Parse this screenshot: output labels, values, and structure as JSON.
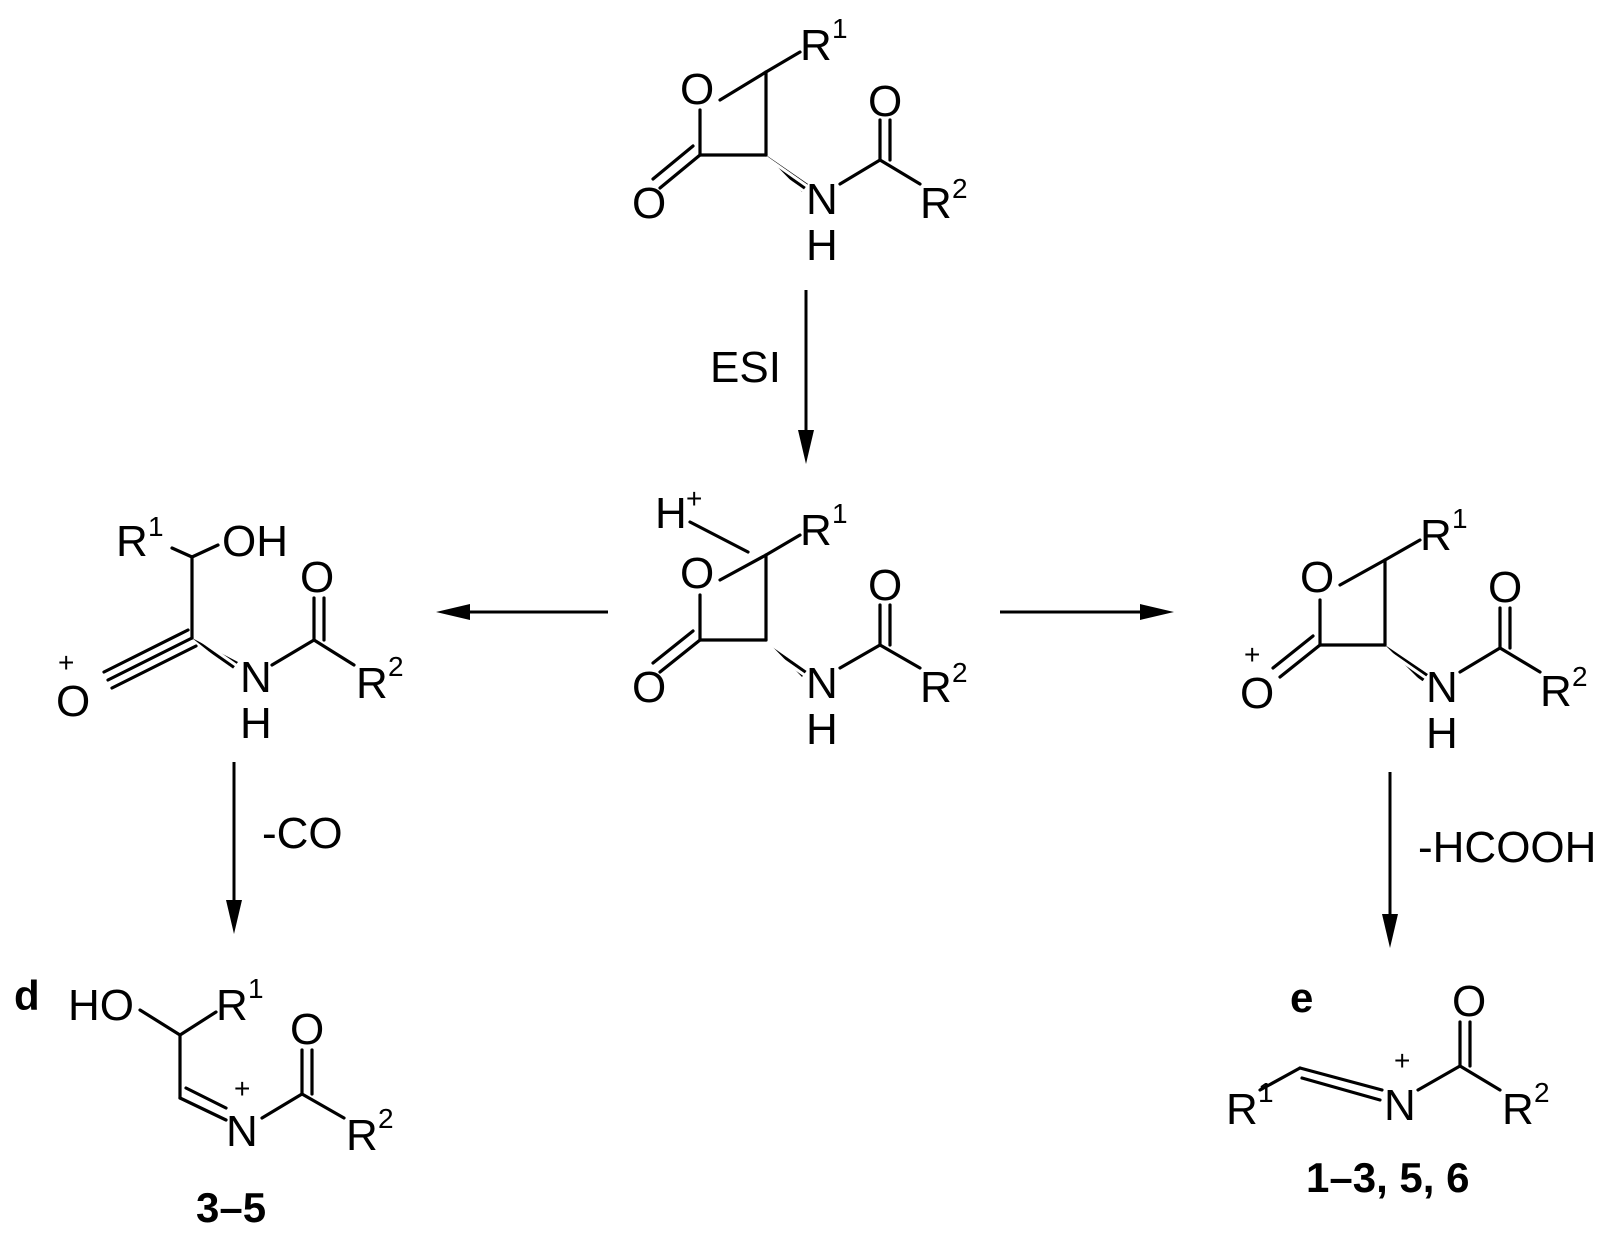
{
  "scheme": {
    "atoms": {
      "O": "O",
      "N": "N",
      "H": "H",
      "HO": "HO",
      "OH": "OH",
      "R": "R",
      "sup1": "1",
      "sup2": "2",
      "plus": "+",
      "Hplus_H": "H"
    },
    "reagents": {
      "esi": "ESI",
      "minus_co": "-CO",
      "minus_hcooh": "-HCOOH"
    },
    "labels": {
      "d": "d",
      "e": "e",
      "d_numbers": "3–5",
      "e_numbers": "1–3, 5, 6"
    },
    "colors": {
      "ink": "#000000",
      "background": "#ffffff"
    }
  }
}
